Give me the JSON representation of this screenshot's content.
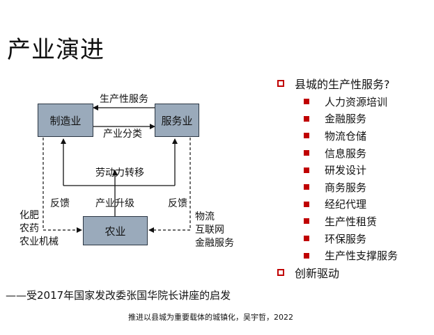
{
  "title": "产业演进",
  "diagram": {
    "boxes": {
      "manufacturing": "制造业",
      "services": "服务业",
      "agriculture": "农业"
    },
    "labels": {
      "producer_services": "生产性服务",
      "industry_division": "产业分类",
      "labor_transfer": "劳动力转移",
      "feedback_left": "反馈",
      "feedback_right": "反馈",
      "industry_upgrade": "产业升级"
    },
    "left_inputs": [
      "化肥",
      "农药",
      "农业机械"
    ],
    "right_inputs": [
      "物流",
      "互联网",
      "金融服务"
    ]
  },
  "right_panel": {
    "question": "县城的生产性服务?",
    "items": [
      "人力资源培训",
      "金融服务",
      "物流仓储",
      "信息服务",
      "研发设计",
      "商务服务",
      "经纪代理",
      "生产性租赁",
      "环保服务",
      "生产性支撑服务"
    ],
    "second": "创新驱动",
    "colors": {
      "bullet": "#c00000"
    }
  },
  "quote": "——受2017年国家发改委张国华院长讲座的启发",
  "footer": "推进以县城为重要载体的城镇化，吴宇哲，2022"
}
